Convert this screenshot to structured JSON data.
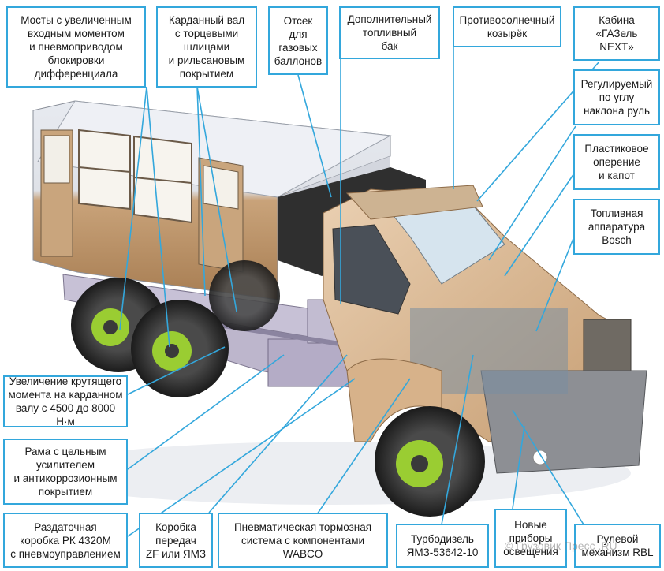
{
  "callouts": [
    {
      "id": "axles",
      "text": "Мосты с увеличенным\nвходным моментом\nи пневмоприводом\nблокировки\nдифференциала"
    },
    {
      "id": "driveshaft",
      "text": "Карданный вал\nс торцевыми\nшлицами\nи рильсановым\nпокрытием"
    },
    {
      "id": "gas",
      "text": "Отсек\nдля\nгазовых\nбаллонов"
    },
    {
      "id": "tank",
      "text": "Дополнительный\nтопливный\nбак"
    },
    {
      "id": "visor",
      "text": "Противосолнечный\nкозырёк"
    },
    {
      "id": "cabin",
      "text": "Кабина\n«ГАЗель\nNEXT»"
    },
    {
      "id": "wheel",
      "text": "Регулируемый\nпо углу\nнаклона руль"
    },
    {
      "id": "plastic",
      "text": "Пластиковое\nоперение\nи капот"
    },
    {
      "id": "fuel",
      "text": "Топливная\nаппаратура\nBosch"
    },
    {
      "id": "torque",
      "text": "Увеличение крутящего\nмомента на карданном\nвалу с 4500 до 8000 Н·м"
    },
    {
      "id": "frame",
      "text": "Рама с цельным\nусилителем\nи антикоррозионным\nпокрытием"
    },
    {
      "id": "transfer",
      "text": "Раздаточная\nкоробка РК 4320М\nс пневмоуправлением"
    },
    {
      "id": "gearbox",
      "text": "Коробка\nпередач\nZF или ЯМЗ"
    },
    {
      "id": "brakes",
      "text": "Пневматическая тормозная\nсистема с компонентами\nWABCO"
    },
    {
      "id": "turbo",
      "text": "Турбодизель\nЯМЗ-53642-10"
    },
    {
      "id": "lights",
      "text": "Новые\nприборы\nосвещения"
    },
    {
      "id": "steering",
      "text": "Рулевой\nмеханизм RBL"
    }
  ],
  "watermark": "© Грузовик Пресс .RU",
  "colors": {
    "callout_border": "#33a7dc",
    "leader": "#33a7dc",
    "cab": "#d9b58f",
    "frame": "#b9b2c8",
    "box_top": "#e6e9ef",
    "box_bottom": "#b98c5c",
    "tire": "#2c2c2c",
    "hub": "#9acd32"
  }
}
